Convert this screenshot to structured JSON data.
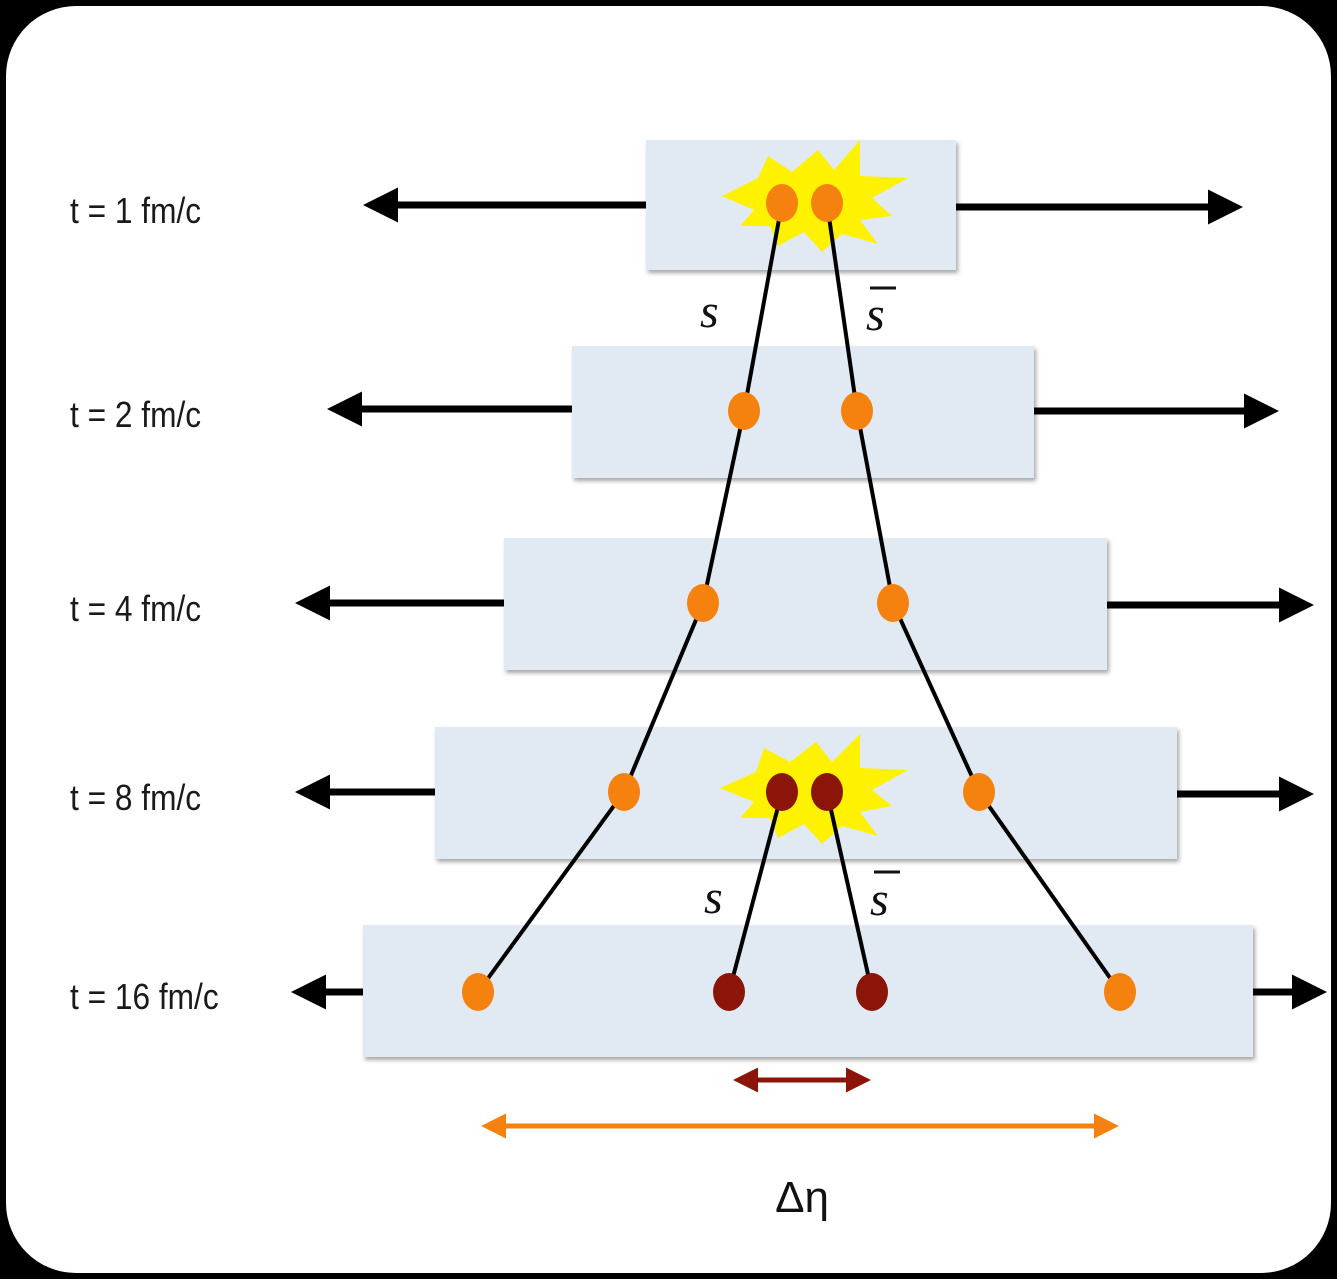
{
  "time_labels": [
    "t = 1 fm/c",
    "t = 2 fm/c",
    "t = 4 fm/c",
    "t = 8 fm/c",
    "t = 16 fm/c"
  ],
  "quark_labels": {
    "early_quark": "s",
    "early_antiquark": "s",
    "late_quark": "s",
    "late_antiquark": "s"
  },
  "separation_label": "Δη",
  "colors": {
    "background": "#000000",
    "panel": "#ffffff",
    "slab": "#e1e9f3",
    "early_pair": "#f5820f",
    "late_pair": "#8b1509",
    "flash": "#fff200",
    "wide_span_arrow": "#f5820f",
    "narrow_span_arrow": "#8b1509",
    "line": "#000000"
  }
}
